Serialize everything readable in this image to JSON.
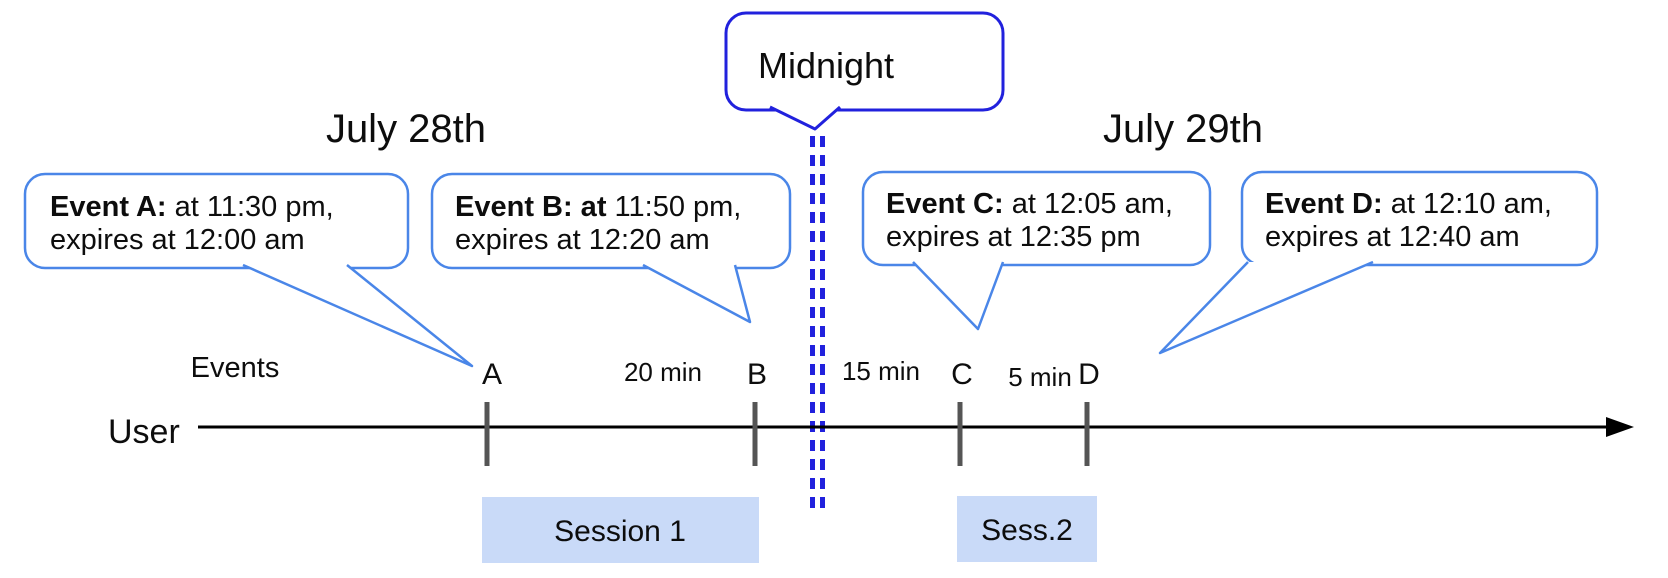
{
  "diagram": {
    "dates": {
      "left": "July 28th",
      "right": "July 29th"
    },
    "midnight": {
      "label": "Midnight"
    },
    "events": [
      {
        "id": "A",
        "title": "Event A:",
        "time": " at 11:30 pm,",
        "line2": "expires at 12:00 am"
      },
      {
        "id": "B",
        "title": "Event B: at",
        "time": " 11:50 pm,",
        "line2": "expires at 12:20 am"
      },
      {
        "id": "C",
        "title": "Event C:",
        "time": " at 12:05 am,",
        "line2": "expires at 12:35 pm"
      },
      {
        "id": "D",
        "title": "Event D:",
        "time": "  at 12:10 am,",
        "line2": "expires at 12:40 am"
      }
    ],
    "axis": {
      "events_label": "Events",
      "user_label": "User"
    },
    "ticks": [
      "A",
      "B",
      "C",
      "D"
    ],
    "durations": [
      "20 min",
      "15 min",
      "5 min"
    ],
    "sessions": [
      "Session 1",
      "Sess.2"
    ]
  },
  "colors": {
    "event_border": "#4a86e8",
    "midnight_blue": "#2121dd",
    "session_fill": "#c9daf8",
    "tick_gray": "#555555",
    "text": "#0d0d0d"
  }
}
